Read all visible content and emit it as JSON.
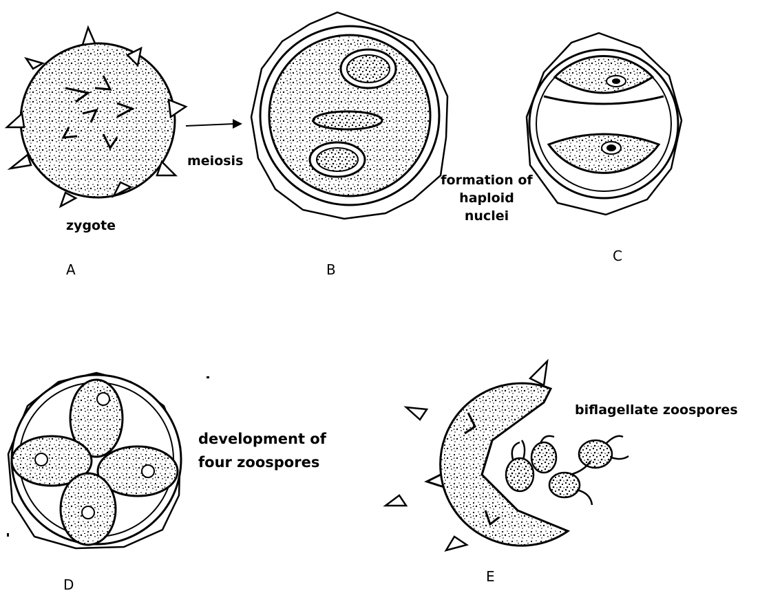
{
  "labels": {
    "zygote": "zygote",
    "meiosis": "meiosis",
    "haploid_line1": "formation of",
    "haploid_line2": "haploid",
    "haploid_line3": "nuclei",
    "development_line1": "development of",
    "development_line2": "four zoospores",
    "biflagellate": "biflagellate zoospores"
  },
  "panels": {
    "a": "A",
    "b": "B",
    "c": "C",
    "d": "D",
    "e": "E"
  }
}
